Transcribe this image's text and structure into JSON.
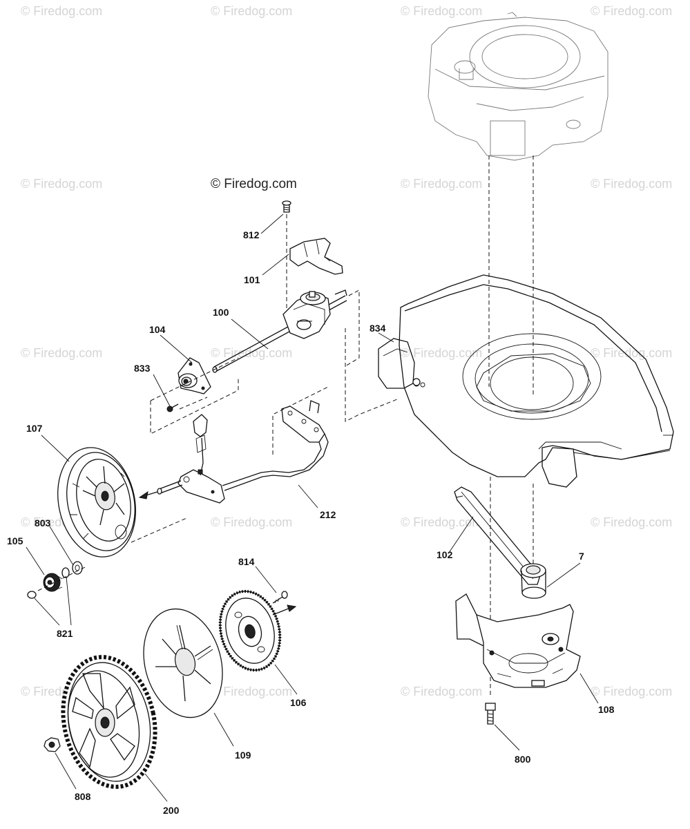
{
  "diagram": {
    "watermark": "© Firedog.com",
    "main_watermark": "© Firedog.com",
    "part_labels": {
      "p812": "812",
      "p101": "101",
      "p100": "100",
      "p104": "104",
      "p833": "833",
      "p834": "834",
      "p107": "107",
      "p212": "212",
      "p803": "803",
      "p105": "105",
      "p821": "821",
      "p814": "814",
      "p102": "102",
      "p7": "7",
      "p106": "106",
      "p108": "108",
      "p109": "109",
      "p800": "800",
      "p808": "808",
      "p200": "200"
    }
  }
}
